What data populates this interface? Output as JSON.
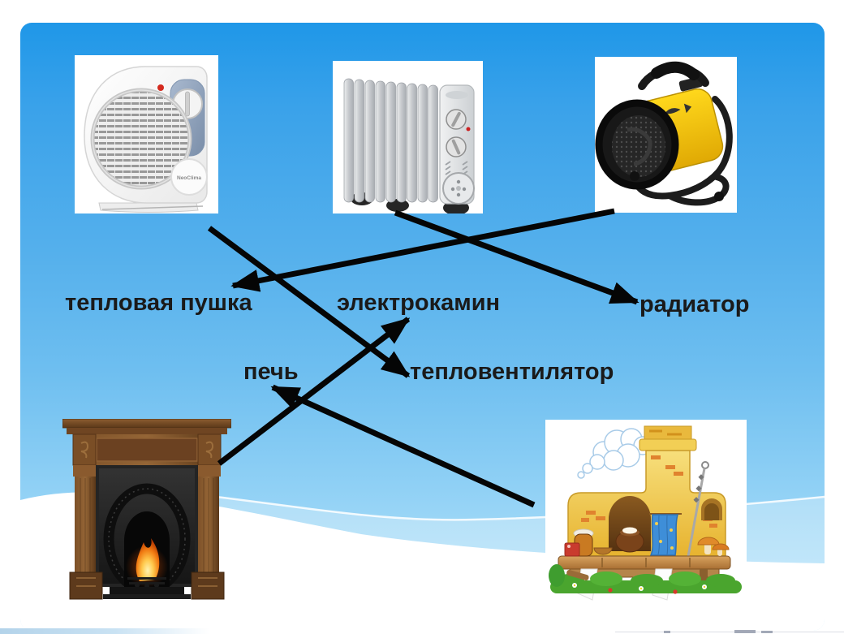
{
  "labels": {
    "teplovaya_pushka": "тепловая пушка",
    "elektrokamin": "электрокамин",
    "radiator": "радиатор",
    "pech": "печь",
    "teploventilyator": "тепловентилятор"
  },
  "photo_texts": {
    "fan_heater_badge": "NeoClima"
  },
  "connections": [
    {
      "photo": "heat-gun",
      "label": "тепловая пушка"
    },
    {
      "photo": "oil-radiator",
      "label": "радиатор"
    },
    {
      "photo": "fan-heater",
      "label": "тепловентилятор"
    },
    {
      "photo": "fireplace",
      "label": "электрокамин"
    },
    {
      "photo": "russian-stove",
      "label": "печь"
    }
  ],
  "colors": {
    "background_top": "#1f97e8",
    "background_bottom": "#b7e4fa",
    "arrow": "#050505",
    "label_text": "#1a1a1a"
  }
}
